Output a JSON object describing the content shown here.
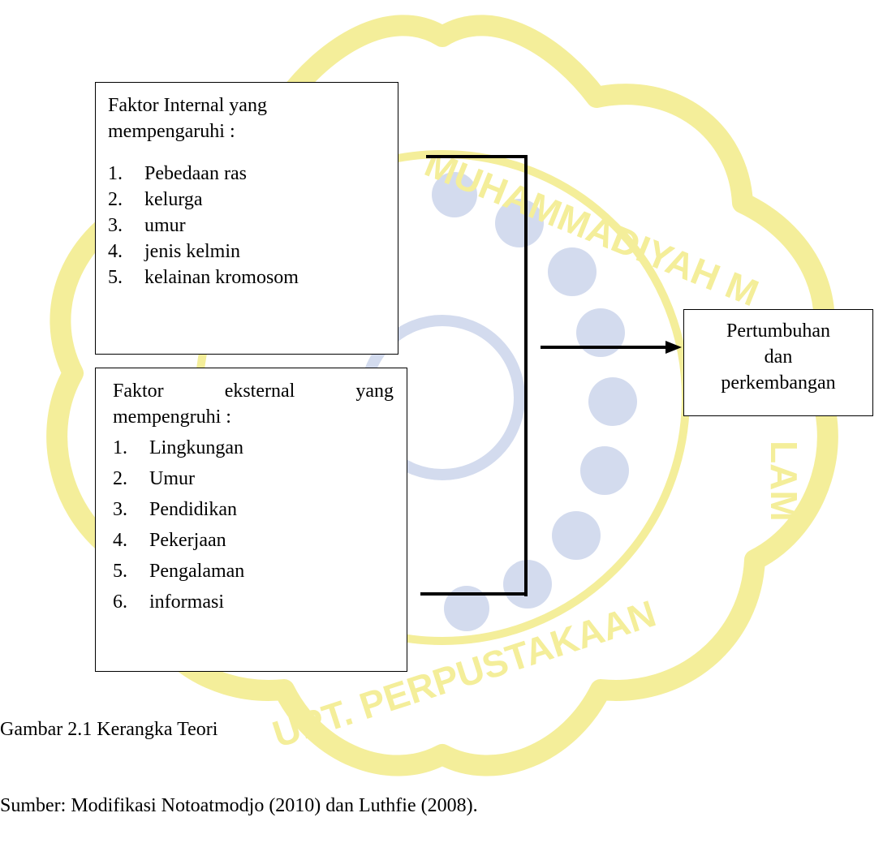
{
  "colors": {
    "watermark": "#f4ee9a",
    "watermark_emblem": "#d3dbee",
    "line": "#000000"
  },
  "watermark": {
    "text_top": "MUHAMMADIYAH M",
    "text_right": "LAM",
    "text_bottom": "UPT. PERPUSTAKAAN"
  },
  "internal": {
    "heading_1": "Faktor Internal yang",
    "heading_2": "mempengaruhi :",
    "items": [
      {
        "num": "1.",
        "label": "Pebedaan ras"
      },
      {
        "num": "2.",
        "label": "kelurga"
      },
      {
        "num": "3.",
        "label": "umur"
      },
      {
        "num": "4.",
        "label": "jenis kelmin"
      },
      {
        "num": "5.",
        "label": "kelainan kromosom"
      }
    ]
  },
  "external": {
    "heading_word_1": "Faktor",
    "heading_word_2": "eksternal",
    "heading_word_3": "yang",
    "heading_2": "mempengruhi :",
    "items": [
      {
        "num": "1.",
        "label": "Lingkungan"
      },
      {
        "num": "2.",
        "label": "Umur"
      },
      {
        "num": "3.",
        "label": "Pendidikan"
      },
      {
        "num": "4.",
        "label": "Pekerjaan"
      },
      {
        "num": "5.",
        "label": "Pengalaman"
      },
      {
        "num": "6.",
        "label": "informasi"
      }
    ]
  },
  "outcome": {
    "line_1": "Pertumbuhan",
    "line_2": "dan",
    "line_3": "perkembangan"
  },
  "caption": "Gambar 2.1 Kerangka Teori",
  "source": "Sumber: Modifikasi Notoatmodjo (2010) dan Luthfie (2008)."
}
